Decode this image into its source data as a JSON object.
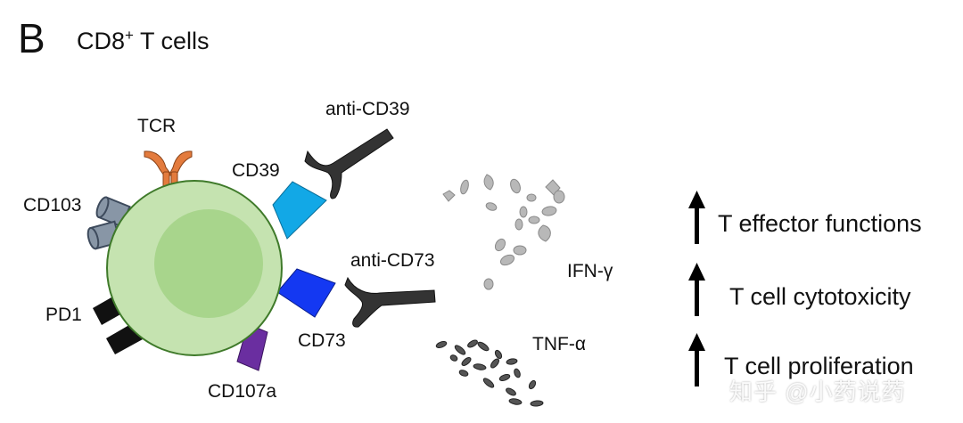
{
  "panel": {
    "letter": "B",
    "title_main": "CD8",
    "title_sup": "+",
    "title_rest": " T cells"
  },
  "receptors": {
    "tcr": "TCR",
    "cd103": "CD103",
    "pd1": "PD1",
    "cd39": "CD39",
    "cd73": "CD73",
    "cd107a": "CD107a"
  },
  "antibodies": {
    "anti_cd39": "anti-CD39",
    "anti_cd73": "anti-CD73"
  },
  "cytokines": {
    "ifn": "IFN-γ",
    "tnf": "TNF-α"
  },
  "effects": [
    {
      "arrow": "up",
      "label": "T effector functions"
    },
    {
      "arrow": "up",
      "label": "T cell cytotoxicity"
    },
    {
      "arrow": "up",
      "label": "T cell proliferation"
    }
  ],
  "watermark": "知乎 @小药说药",
  "colors": {
    "cell_outer": "#c5e3b0",
    "cell_inner": "#a8d58c",
    "cell_border": "#3f7a2a",
    "tcr": "#e37b3d",
    "cd103": "#8896a6",
    "pd1": "#111111",
    "cd39": "#12a8e6",
    "cd73": "#1438f2",
    "cd107a": "#6a2ea0",
    "antibody": "#333333",
    "cytokine_ifn": "#b8b8b8",
    "cytokine_tnf": "#555555"
  }
}
